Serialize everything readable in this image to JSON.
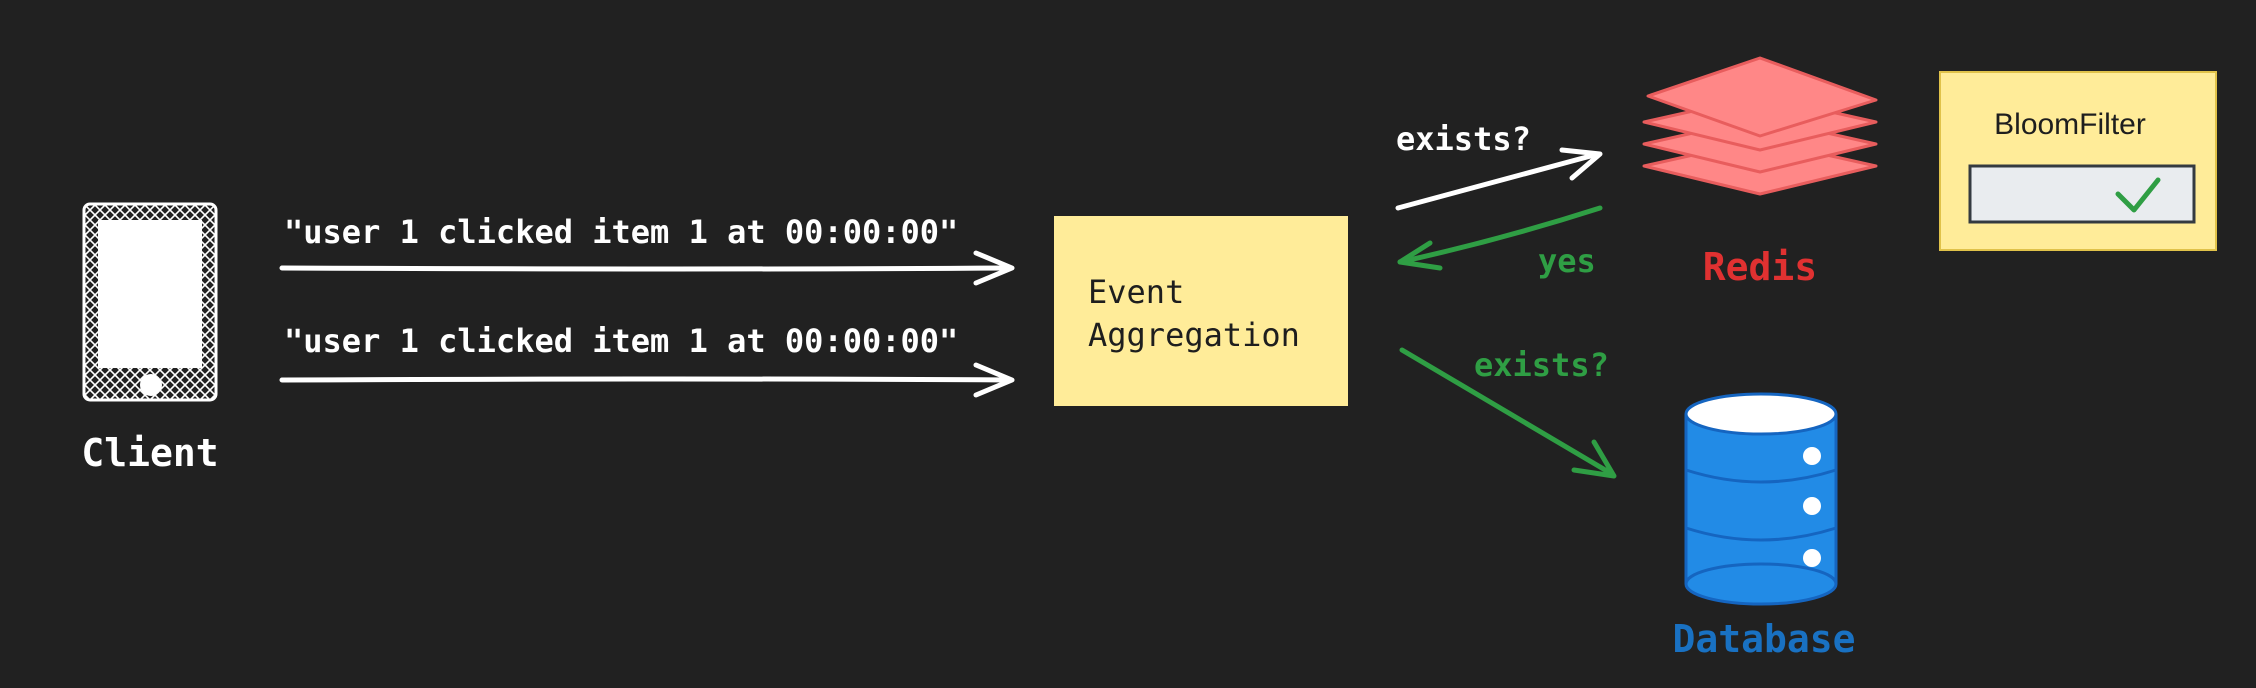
{
  "nodes": {
    "client": {
      "label": "Client"
    },
    "event_aggregation": {
      "label_line1": "Event",
      "label_line2": "Aggregation"
    },
    "redis": {
      "label": "Redis"
    },
    "database": {
      "label": "Database"
    },
    "bloom_filter": {
      "label": "BloomFilter"
    }
  },
  "edges": {
    "event_1": "\"user 1 clicked item 1 at 00:00:00\"",
    "event_2": "\"user 1 clicked item 1 at 00:00:00\"",
    "check_redis": "exists?",
    "redis_reply": "yes",
    "check_database": "exists?"
  },
  "colors": {
    "background": "#212121",
    "note_yellow": "#ffec99",
    "redis_red": "#ff8787",
    "redis_label": "#e03131",
    "database_blue": "#228be6",
    "database_label": "#1971c2",
    "green": "#2f9e44",
    "white": "#ffffff"
  },
  "icons": [
    "phone-icon",
    "redis-stack-icon",
    "database-cylinder-icon",
    "checkmark-icon"
  ]
}
